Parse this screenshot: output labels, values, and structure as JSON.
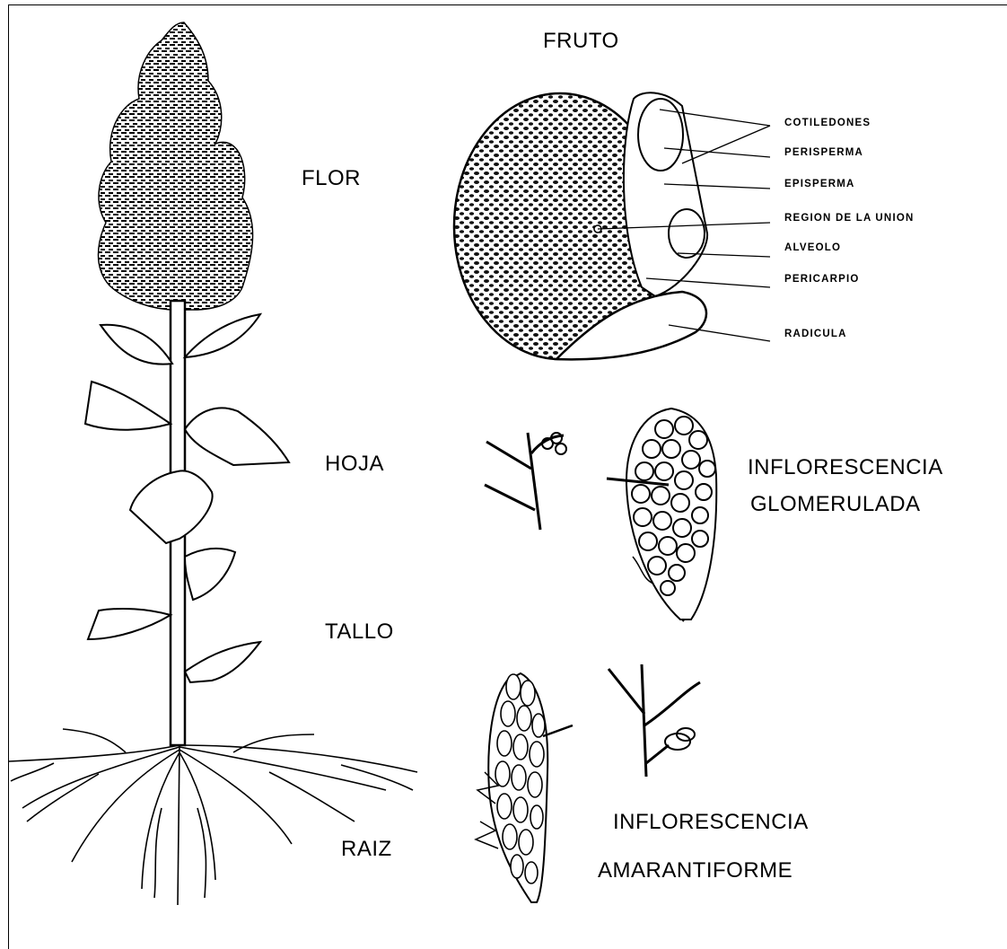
{
  "plant_labels": {
    "flor": "FLOR",
    "hoja": "HOJA",
    "tallo": "TALLO",
    "raiz": "RAIZ"
  },
  "fruto": {
    "title": "FRUTO",
    "parts": [
      "COTILEDONES",
      "PERISPERMA",
      "EPISPERMA",
      "REGION DE LA UNION",
      "ALVEOLO",
      "PERICARPIO",
      "RADICULA"
    ]
  },
  "inflorescencias": {
    "glomerulada": {
      "line1": "INFLORESCENCIA",
      "line2": "GLOMERULADA"
    },
    "amarantiforme": {
      "line1": "INFLORESCENCIA",
      "line2": "AMARANTIFORME"
    }
  }
}
